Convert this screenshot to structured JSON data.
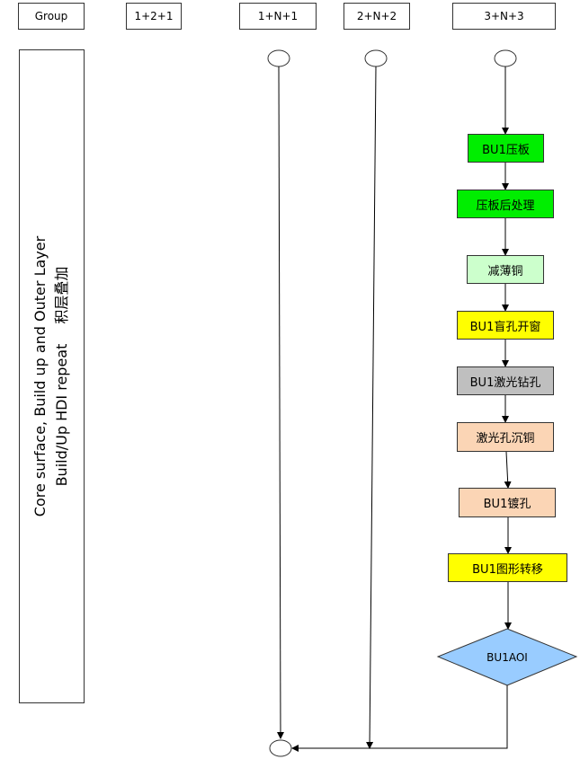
{
  "headers": {
    "group": "Group",
    "col1": "1+2+1",
    "col2": "1+N+1",
    "col3": "2+N+2",
    "col4": "3+N+3"
  },
  "group_label": {
    "line1": "Core surface, Build up and Outer Layer",
    "line2_en": "Build/Up HDI repeat",
    "line2_cn": "积层叠加"
  },
  "steps": {
    "s1": "BU1压板",
    "s2": "压板后处理",
    "s3": "减薄铜",
    "s4": "BU1盲孔开窗",
    "s5": "BU1激光钻孔",
    "s6": "激光孔沉铜",
    "s7": "BU1镀孔",
    "s8": "BU1图形转移",
    "decision": "BU1AOI"
  },
  "colors": {
    "bright_green": "#00ee00",
    "light_green": "#ccffcc",
    "yellow": "#ffff00",
    "gray": "#bfbfbf",
    "peach": "#fbd5b5",
    "diamond_blue": "#99ccff"
  }
}
